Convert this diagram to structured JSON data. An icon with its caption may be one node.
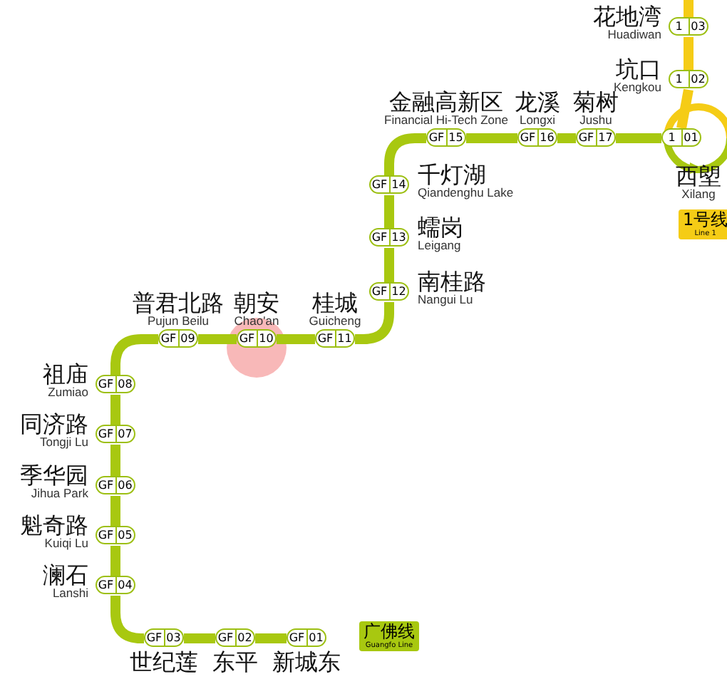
{
  "diagram": {
    "nodes": [
      {
        "text": [
          "1 03"
        ],
        "beside": [
          "花地湾",
          "Huadiwan"
        ]
      },
      {
        "text": [
          "1 02"
        ],
        "beside": [
          "坑口",
          "Kengkou"
        ]
      },
      {
        "text": [
          "GF 15"
        ],
        "beside": [
          "金融高新区",
          "Financial Hi-Tech Zone"
        ]
      },
      {
        "text": [
          "GF 16"
        ],
        "beside": [
          "龙溪",
          "Longxi"
        ]
      },
      {
        "text": [
          "GF 17"
        ],
        "beside": [
          "菊树",
          "Jushu"
        ]
      },
      {
        "text": [
          "1 01"
        ],
        "beside": [
          "西塱",
          "Xilang"
        ]
      },
      {
        "text": [
          "GF 14"
        ],
        "beside": [
          "千灯湖",
          "Qiandenghu Lake"
        ]
      },
      {
        "text": [
          "GF 13"
        ],
        "beside": [
          "蠕岗",
          "Leigang"
        ]
      },
      {
        "text": [
          "GF 12"
        ],
        "beside": [
          "南桂路",
          "Nangui Lu"
        ]
      },
      {
        "text": [
          "GF 09"
        ],
        "beside": [
          "普君北路",
          "Pujun Beilu"
        ]
      },
      {
        "text": [
          "GF 10"
        ],
        "beside": [
          "朝安",
          "Chao'an"
        ]
      },
      {
        "text": [
          "GF 11"
        ],
        "beside": [
          "桂城",
          "Guicheng"
        ]
      },
      {
        "text": [
          "GF 08"
        ],
        "beside": [
          "祖庙",
          "Zumiao"
        ]
      },
      {
        "text": [
          "GF 07"
        ],
        "beside": [
          "同济路",
          "Tongji Lu"
        ]
      },
      {
        "text": [
          "GF 06"
        ],
        "beside": [
          "季华园",
          "Jihua Park"
        ]
      },
      {
        "text": [
          "GF 05"
        ],
        "beside": [
          "魁奇路",
          "Kuiqi Lu"
        ]
      },
      {
        "text": [
          "GF 04"
        ],
        "beside": [
          "澜石",
          "Lanshi"
        ]
      },
      {
        "text": [
          "GF 03"
        ],
        "beside": [
          "世纪莲"
        ]
      },
      {
        "text": [
          "GF 02"
        ],
        "beside": [
          "东平"
        ]
      },
      {
        "text": [
          "GF 01"
        ],
        "beside": [
          "新城东"
        ]
      }
    ],
    "edges": [
      {
        "from": null,
        "to": 0,
        "arrow": "none",
        "color": "#f5cc16"
      },
      {
        "from": 0,
        "to": 1,
        "arrow": "none",
        "color": "#f5cc16"
      },
      {
        "from": 1,
        "to": 5,
        "arrow": "none",
        "color": "#f5cc16"
      },
      {
        "from": 19,
        "to": 18,
        "arrow": "none"
      },
      {
        "from": 18,
        "to": 17,
        "arrow": "none"
      },
      {
        "from": 17,
        "to": 16,
        "arrow": "none"
      },
      {
        "from": 16,
        "to": 15,
        "arrow": "none"
      },
      {
        "from": 15,
        "to": 14,
        "arrow": "none"
      },
      {
        "from": 14,
        "to": 13,
        "arrow": "none"
      },
      {
        "from": 13,
        "to": 12,
        "arrow": "none"
      },
      {
        "from": 12,
        "to": 9,
        "arrow": "none"
      },
      {
        "from": 9,
        "to": 10,
        "arrow": "none"
      },
      {
        "from": 10,
        "to": 11,
        "arrow": "none"
      },
      {
        "from": 11,
        "to": 8,
        "arrow": "none"
      },
      {
        "from": 8,
        "to": 7,
        "arrow": "none"
      },
      {
        "from": 7,
        "to": 6,
        "arrow": "none"
      },
      {
        "from": 6,
        "to": 2,
        "arrow": "none"
      },
      {
        "from": 2,
        "to": 3,
        "arrow": "none"
      },
      {
        "from": 3,
        "to": 4,
        "arrow": "none"
      },
      {
        "from": 4,
        "to": 5,
        "arrow": "none"
      }
    ],
    "labels": [
      "1号线",
      "Line 1",
      "广佛线",
      "Guangfo Line"
    ]
  }
}
